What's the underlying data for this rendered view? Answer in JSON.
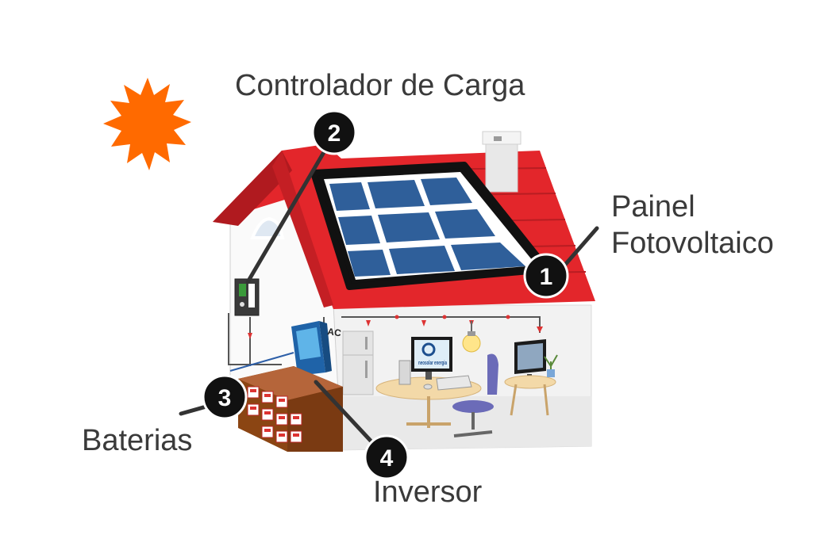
{
  "labels": {
    "charge_controller": "Controlador de Carga",
    "pv_panel_line1": "Painel",
    "pv_panel_line2": "Fotovoltaico",
    "batteries": "Baterias",
    "inverter": "Inversor"
  },
  "badges": {
    "pv_panel": "1",
    "charge_controller": "2",
    "batteries": "3",
    "inverter": "4"
  },
  "house_text": {
    "ac_mark": "AC",
    "monitor_brand": "neosolar energia"
  },
  "colors": {
    "sun": "#ff6a00",
    "roof": "#e3262b",
    "roof_dark": "#b01a1f",
    "panel_cell": "#2f5f9a",
    "panel_frame": "#111111",
    "wall": "#f2f2f2",
    "badge": "#111111",
    "label_text": "#3a3a3a",
    "pointer_line": "#333333",
    "battery_shelf": "#a0522d",
    "wire_red": "#d33"
  },
  "icons": [
    "sun-icon",
    "chimney-icon",
    "refrigerator-icon",
    "computer-icon",
    "lamp-icon",
    "tv-icon",
    "chair-icon",
    "battery-bank-icon",
    "inverter-icon",
    "controller-icon"
  ]
}
